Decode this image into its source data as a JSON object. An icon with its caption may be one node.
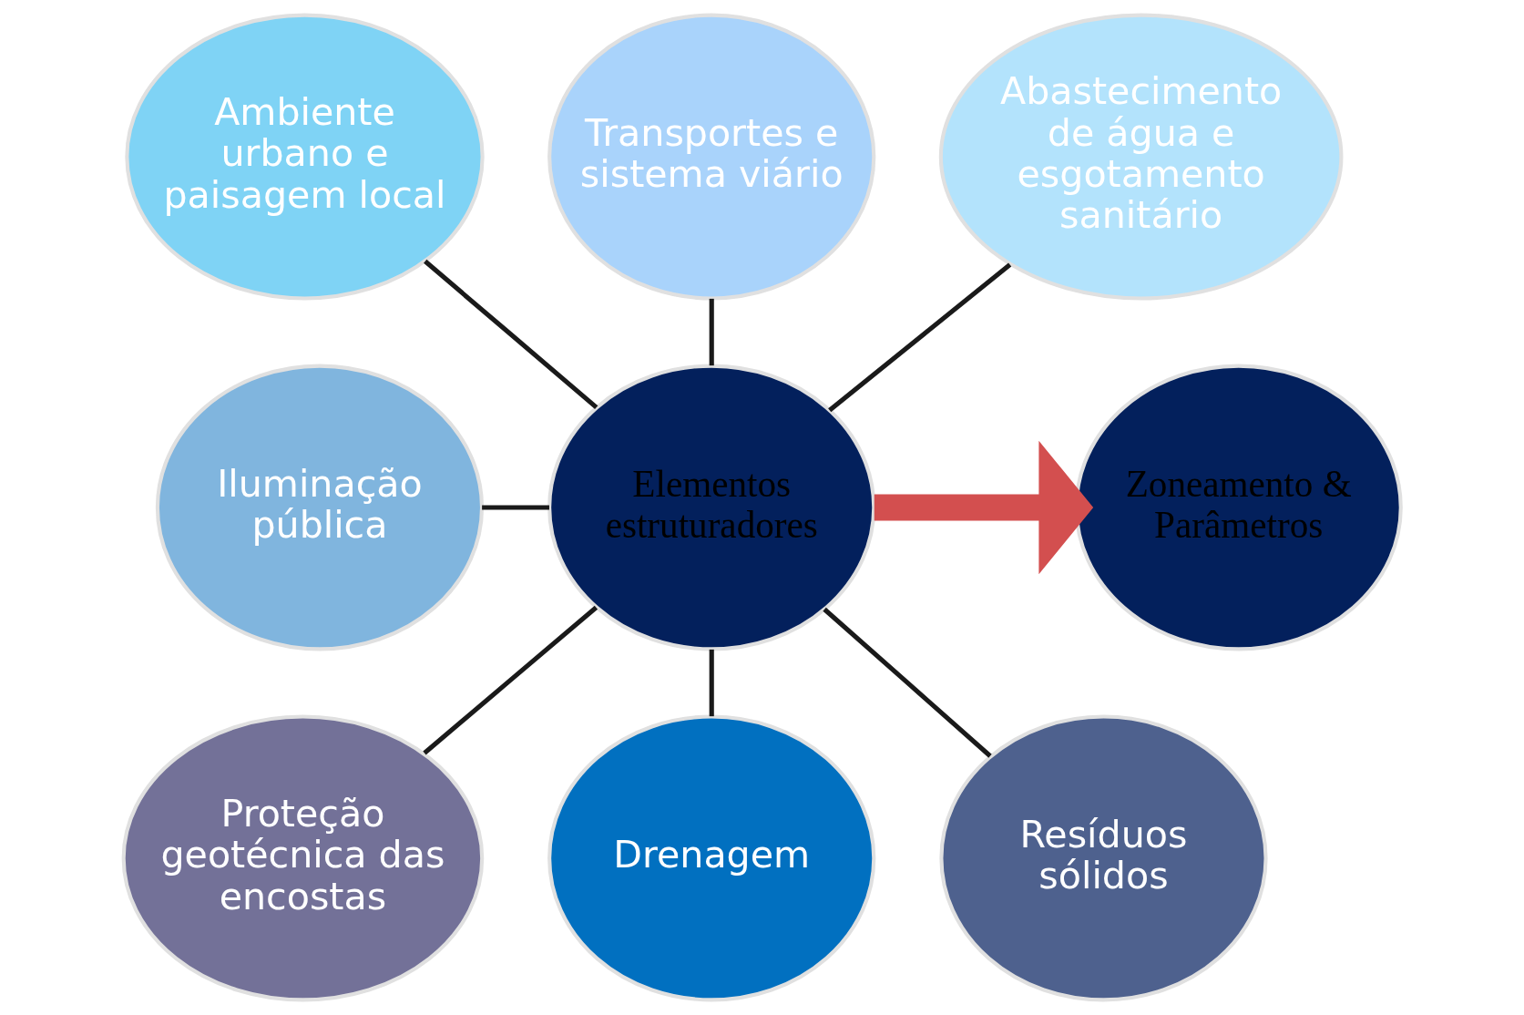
{
  "diagram": {
    "nodes": [
      {
        "text": [
          "Ambiente urbano e paisagem local"
        ]
      },
      {
        "text": [
          "Transportes e sistema viário"
        ]
      },
      {
        "text": [
          "Abastecimento de água e esgotamento sanitário"
        ]
      },
      {
        "text": [
          "Iluminação pública"
        ]
      },
      {
        "text": [
          "Elementos estruturadores"
        ]
      },
      {
        "text": [
          "Zoneamento & Parâmetros"
        ]
      },
      {
        "text": [
          "Proteção geotécnica das encostas"
        ]
      },
      {
        "text": [
          "Drenagem"
        ]
      },
      {
        "text": [
          "Resíduos sólidos"
        ]
      }
    ],
    "edges": [
      {
        "from": 4,
        "to": 0,
        "arrow": "none"
      },
      {
        "from": 4,
        "to": 1,
        "arrow": "none"
      },
      {
        "from": 4,
        "to": 2,
        "arrow": "none"
      },
      {
        "from": 4,
        "to": 3,
        "arrow": "none"
      },
      {
        "from": 4,
        "to": 6,
        "arrow": "none"
      },
      {
        "from": 4,
        "to": 7,
        "arrow": "none"
      },
      {
        "from": 4,
        "to": 8,
        "arrow": "none"
      },
      {
        "from": 4,
        "to": 5,
        "arrow": "to",
        "style": "thick",
        "color": "#d34f4f"
      }
    ]
  }
}
